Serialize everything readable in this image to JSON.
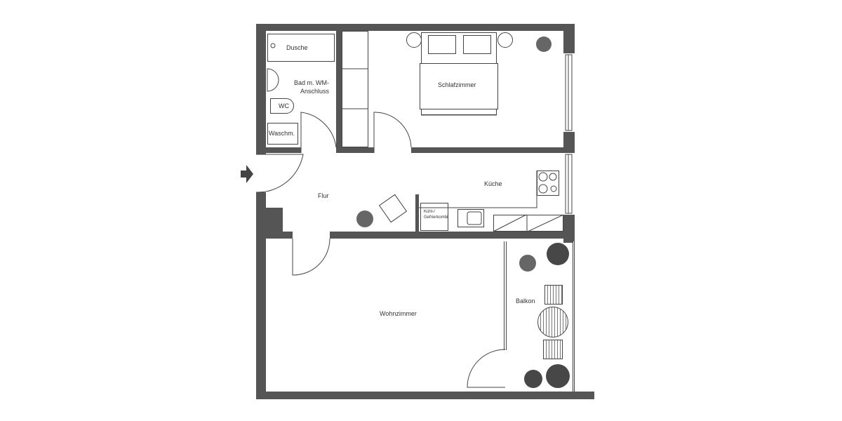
{
  "plan": {
    "entrance_icon": "entrance-arrow-icon",
    "rooms": {
      "dusche": "Dusche",
      "bad_line1": "Bad m. WM-",
      "bad_line2": "Anschluss",
      "wc": "WC",
      "waschm": "Waschm.",
      "schlafzimmer": "Schlafzimmer",
      "flur": "Flur",
      "kueche": "Küche",
      "kuehl_line1": "Kühl-/",
      "kuehl_line2": "Gefrierkombi",
      "wohnzimmer": "Wohnzimmer",
      "balkon": "Balkon"
    },
    "colors": {
      "wall": "#555555",
      "line": "#444444",
      "background": "#ffffff",
      "plant": "#333333"
    }
  }
}
